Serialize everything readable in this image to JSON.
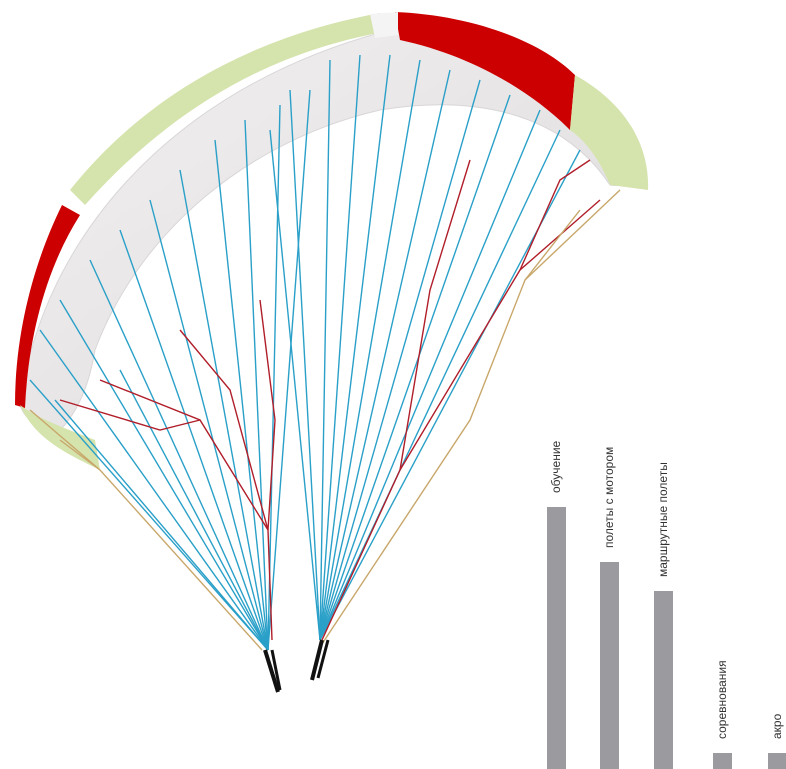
{
  "illustration": {
    "subject": "paraglider-wing-icon",
    "colors": {
      "leading_edge_red": "#cc0000",
      "leading_edge_green": "#d5e3ad",
      "canopy_underside": "#e9e6e8",
      "line_blue": "#2aa0c8",
      "line_red": "#b01e2a",
      "line_tan": "#c8a76a",
      "riser_black": "#111111"
    }
  },
  "chart_data": {
    "type": "bar",
    "orientation": "vertical",
    "label_orientation": "rotated-90",
    "bar_color": "#9b9b9f",
    "categories": [
      "обучение",
      "полеты с мотором",
      "маршрутные полеты",
      "соревнования",
      "акро"
    ],
    "values": [
      100,
      79,
      68,
      6,
      6
    ],
    "ylim": [
      0,
      100
    ],
    "grid": false,
    "title": "",
    "xlabel": "",
    "ylabel": ""
  }
}
